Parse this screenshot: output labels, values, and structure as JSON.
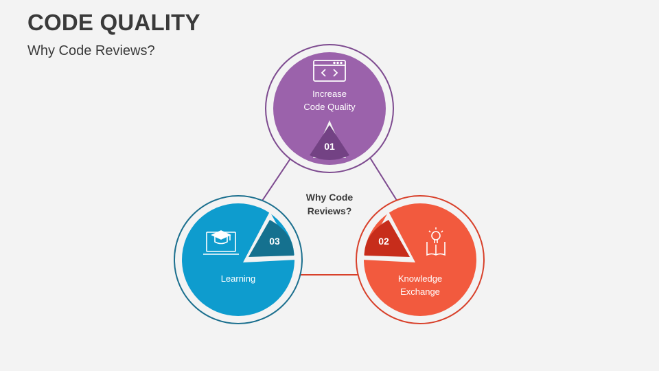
{
  "title": "CODE QUALITY",
  "subtitle": "Why Code Reviews?",
  "center_label_line1": "Why Code",
  "center_label_line2": "Reviews?",
  "items": [
    {
      "number": "01",
      "label_line1": "Increase",
      "label_line2": "Code Quality",
      "icon": "code-window-icon",
      "color": "#9b62ab",
      "dark_color": "#734284",
      "ring_color": "#7d4a8f"
    },
    {
      "number": "02",
      "label_line1": "Knowledge",
      "label_line2": "Exchange",
      "icon": "lightbulb-book-icon",
      "color": "#f25a3e",
      "dark_color": "#c72d1b",
      "ring_color": "#d8402a"
    },
    {
      "number": "03",
      "label_line1": "Learning",
      "label_line2": "",
      "icon": "graduation-laptop-icon",
      "color": "#0e9cce",
      "dark_color": "#15718f",
      "ring_color": "#1b6f8e"
    }
  ]
}
